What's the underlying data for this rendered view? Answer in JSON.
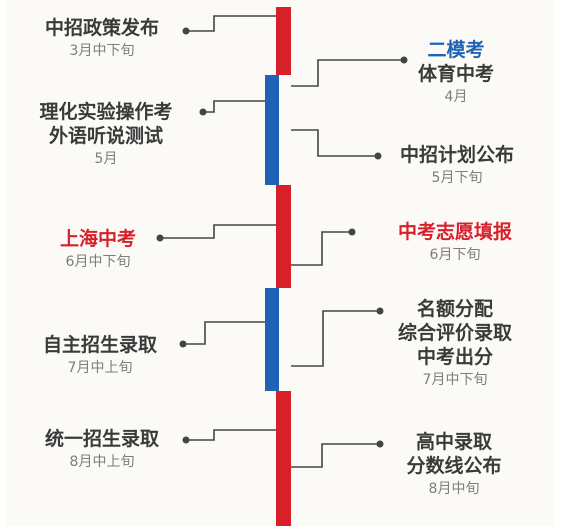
{
  "colors": {
    "red": "#d8202a",
    "blue": "#1f64b4",
    "text": "#3a3a3a",
    "sub_text": "#7d7d7d",
    "connector": "#444444"
  },
  "timeline": {
    "segments": [
      {
        "color": "red"
      },
      {
        "color": "blue"
      },
      {
        "color": "red"
      },
      {
        "color": "blue"
      },
      {
        "color": "red"
      }
    ]
  },
  "events": {
    "policy": {
      "lines": [
        "中招政策发布"
      ],
      "date": "3月中下旬"
    },
    "mock": {
      "line1": "二模考",
      "line2": "体育中考",
      "date": "4月"
    },
    "lab": {
      "lines": [
        "理化实验操作考",
        "外语听说测试"
      ],
      "date": "5月"
    },
    "plan": {
      "lines": [
        "中招计划公布"
      ],
      "date": "5月下旬"
    },
    "exam": {
      "lines": [
        "上海中考"
      ],
      "date": "6月中下旬"
    },
    "wish": {
      "lines": [
        "中考志愿填报"
      ],
      "date": "6月下旬"
    },
    "self": {
      "lines": [
        "自主招生录取"
      ],
      "date": "7月中上旬"
    },
    "quota": {
      "lines": [
        "名额分配",
        "综合评价录取",
        "中考出分"
      ],
      "date": "7月中下旬"
    },
    "unified": {
      "lines": [
        "统一招生录取"
      ],
      "date": "8月中上旬"
    },
    "highschool": {
      "lines": [
        "高中录取",
        "分数线公布"
      ],
      "date": "8月中旬"
    }
  }
}
